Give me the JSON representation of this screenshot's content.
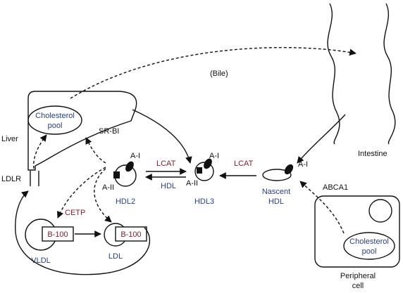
{
  "labels": {
    "bile": "(Bile)",
    "liver": "Liver",
    "cholesterol_pool_liver": [
      "Cholesterol",
      "pool"
    ],
    "sr_bi": "SR-BI",
    "ldlr": "LDLR",
    "intestine": "Intestine",
    "ai": "A-I",
    "aii": "A-II",
    "lcat": "LCAT",
    "hdl_enzyme": "HDL",
    "hdl2": "HDL2",
    "hdl3": "HDL3",
    "nascent_hdl": [
      "Nascent",
      "HDL"
    ],
    "abca1": "ABCA1",
    "cetp": "CETP",
    "b100": "B-100",
    "vldl": "VLDL",
    "ldl": "LDL",
    "cholesterol_pool_peripheral": [
      "Cholesterol",
      "pool"
    ],
    "peripheral_cell": [
      "Peripheral",
      "cell"
    ]
  },
  "colors": {
    "ink": "#111111",
    "lipoprotein_blue": "#27408b",
    "enzyme_red": "#8b1a2b"
  }
}
